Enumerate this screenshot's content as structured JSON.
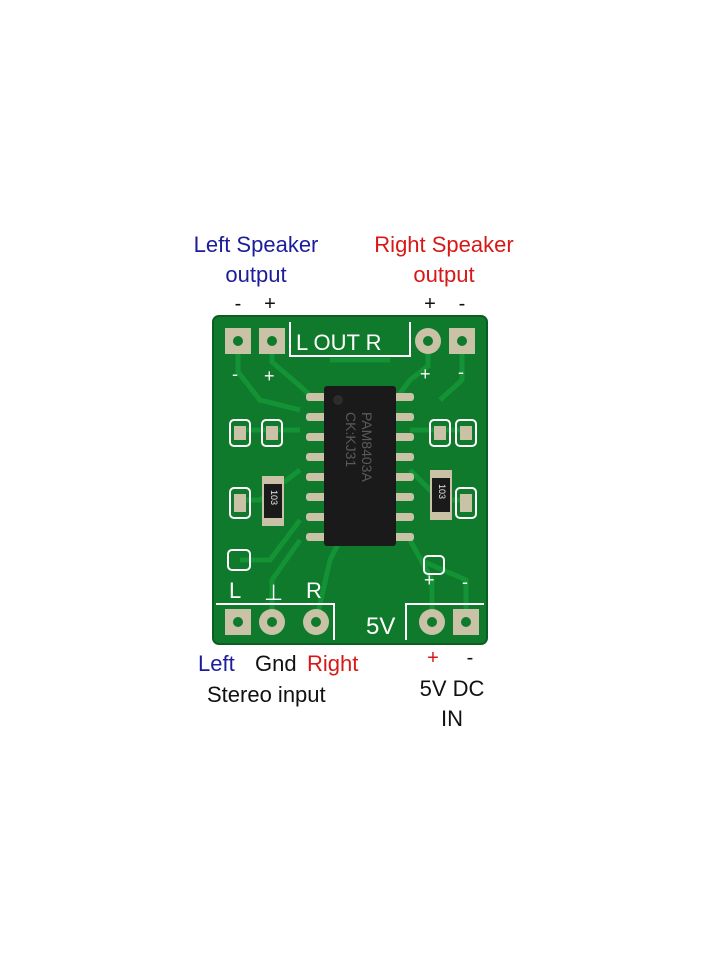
{
  "labels": {
    "left_speaker_line1": "Left Speaker",
    "left_speaker_line2": "output",
    "left_speaker_minus": "-",
    "left_speaker_plus": "+",
    "right_speaker_line1": "Right Speaker",
    "right_speaker_line2": "output",
    "right_speaker_plus": "+",
    "right_speaker_minus": "-",
    "input_left": "Left",
    "input_gnd": "Gnd",
    "input_right": "Right",
    "input_caption": "Stereo input",
    "power_plus": "+",
    "power_minus": "-",
    "power_caption_line1": "5V DC",
    "power_caption_line2": "IN"
  },
  "board": {
    "silk_out": "L OUT R",
    "silk_out_minus": "-",
    "silk_out_plus": "+",
    "silk_out_r_plus": "+",
    "silk_out_r_minus": "-",
    "silk_in_l": "L",
    "silk_in_gnd": "⊥",
    "silk_in_r": "R",
    "silk_5v": "5V",
    "silk_5v_plus": "+",
    "silk_5v_minus": "-",
    "chip_line1": "PAM8403A",
    "chip_line2": "CK:KJ31",
    "resistor_left": "103",
    "resistor_right": "103"
  },
  "colors": {
    "pcb": "#0f7a2c",
    "silkscreen": "#ffffff",
    "pad": "#c9c2a6",
    "chip": "#1a1a1a",
    "left_label": "#1c1c9c",
    "right_label": "#d81818"
  }
}
